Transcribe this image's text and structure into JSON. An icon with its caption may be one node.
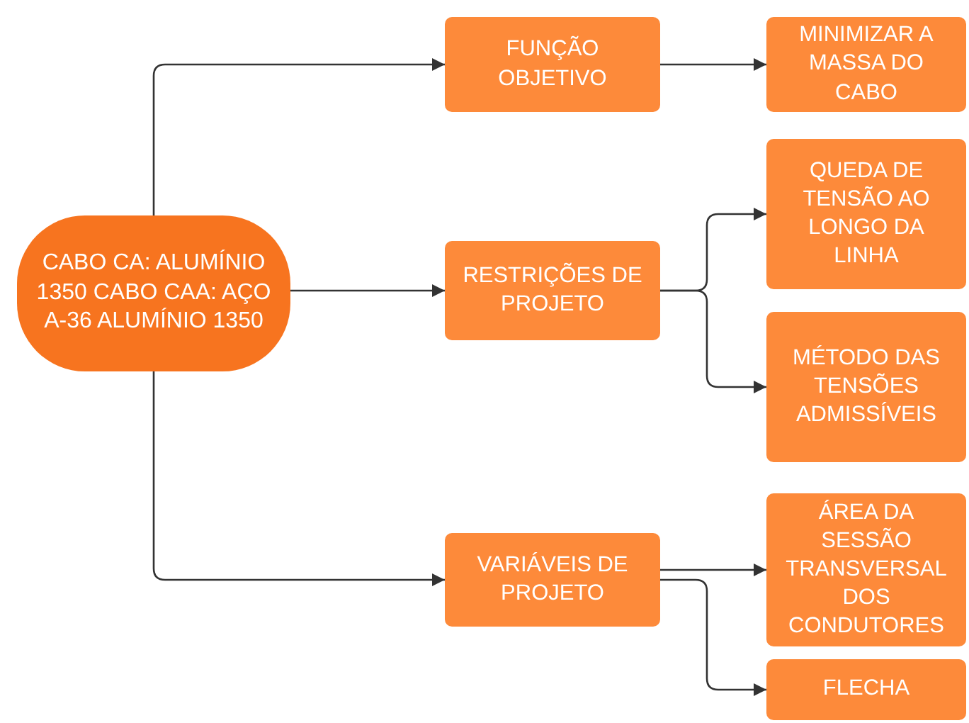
{
  "diagram": {
    "nodes": [
      {
        "text": [
          "CABO CA: ALUMÍNIO 1350 CABO CAA: AÇO A-36 ALUMÍNIO 1350"
        ]
      },
      {
        "text": [
          "FUNÇÃO OBJETIVO"
        ]
      },
      {
        "text": [
          "RESTRIÇÕES DE PROJETO"
        ]
      },
      {
        "text": [
          "VARIÁVEIS DE PROJETO"
        ]
      },
      {
        "text": [
          "MINIMIZAR A MASSA DO CABO"
        ]
      },
      {
        "text": [
          "QUEDA DE TENSÃO AO LONGO DA LINHA"
        ]
      },
      {
        "text": [
          "MÉTODO DAS TENSÕES ADMISSÍVEIS"
        ]
      },
      {
        "text": [
          "ÁREA DA SESSÃO TRANSVERSAL DOS CONDUTORES"
        ]
      },
      {
        "text": [
          "FLECHA"
        ]
      }
    ],
    "edges": [
      {
        "from": 0,
        "to": 1,
        "arrow": "to"
      },
      {
        "from": 0,
        "to": 2,
        "arrow": "to"
      },
      {
        "from": 0,
        "to": 3,
        "arrow": "to"
      },
      {
        "from": 1,
        "to": 4,
        "arrow": "to"
      },
      {
        "from": 2,
        "to": 5,
        "arrow": "to"
      },
      {
        "from": 2,
        "to": 6,
        "arrow": "to"
      },
      {
        "from": 3,
        "to": 7,
        "arrow": "to"
      },
      {
        "from": 3,
        "to": 8,
        "arrow": "to"
      }
    ]
  }
}
